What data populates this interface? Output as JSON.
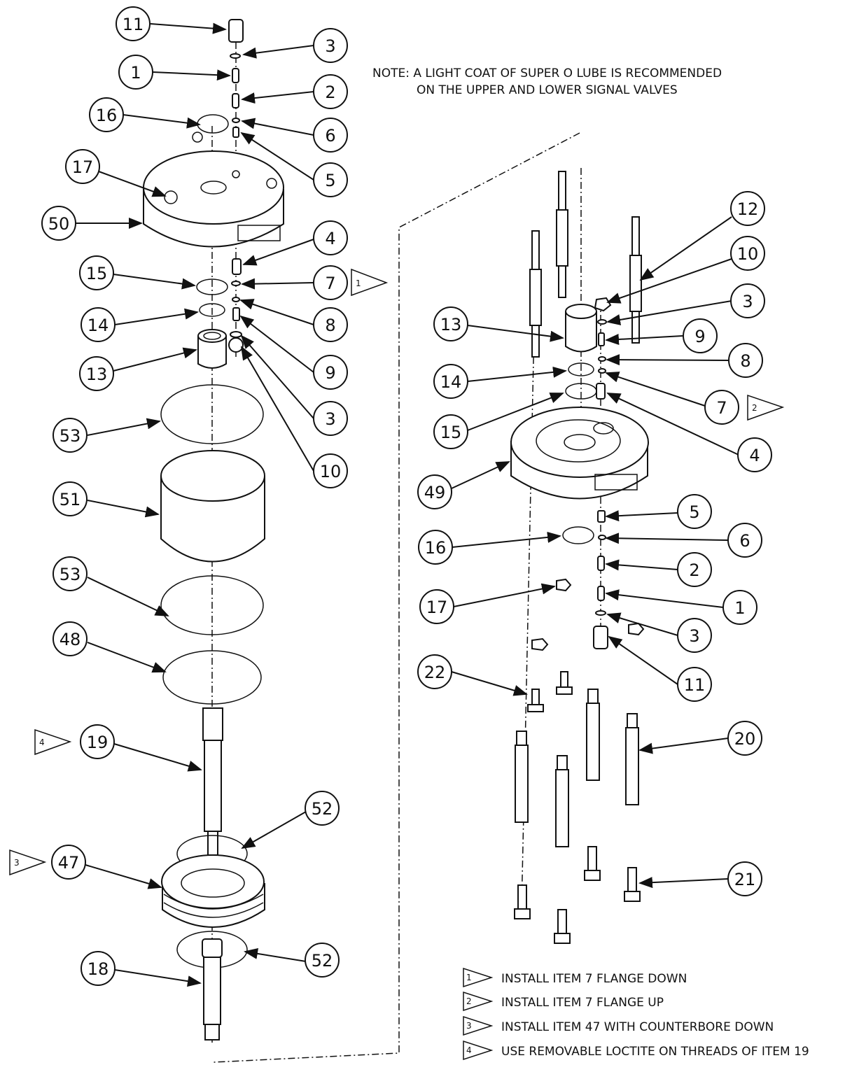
{
  "note": {
    "line1": "NOTE: A LIGHT COAT OF SUPER O LUBE IS RECOMMENDED",
    "line2": "ON THE UPPER AND LOWER SIGNAL VALVES"
  },
  "balloons_left": [
    "11",
    "3",
    "1",
    "2",
    "16",
    "6",
    "17",
    "5",
    "50",
    "4",
    "15",
    "7",
    "14",
    "8",
    "13",
    "9",
    "3",
    "53",
    "10",
    "51",
    "53",
    "48",
    "19",
    "52",
    "47",
    "52",
    "18"
  ],
  "balloons_right": [
    "12",
    "10",
    "3",
    "13",
    "9",
    "8",
    "14",
    "7",
    "15",
    "4",
    "49",
    "5",
    "16",
    "6",
    "2",
    "17",
    "1",
    "3",
    "22",
    "11",
    "20",
    "21"
  ],
  "flags": [
    "1",
    "2",
    "3",
    "4"
  ],
  "legend": [
    {
      "flag": "1",
      "text": "INSTALL ITEM 7 FLANGE DOWN"
    },
    {
      "flag": "2",
      "text": "INSTALL ITEM 7 FLANGE UP"
    },
    {
      "flag": "3",
      "text": "INSTALL ITEM 47 WITH COUNTERBORE DOWN"
    },
    {
      "flag": "4",
      "text": "USE REMOVABLE LOCTITE ON THREADS OF ITEM 19"
    }
  ]
}
